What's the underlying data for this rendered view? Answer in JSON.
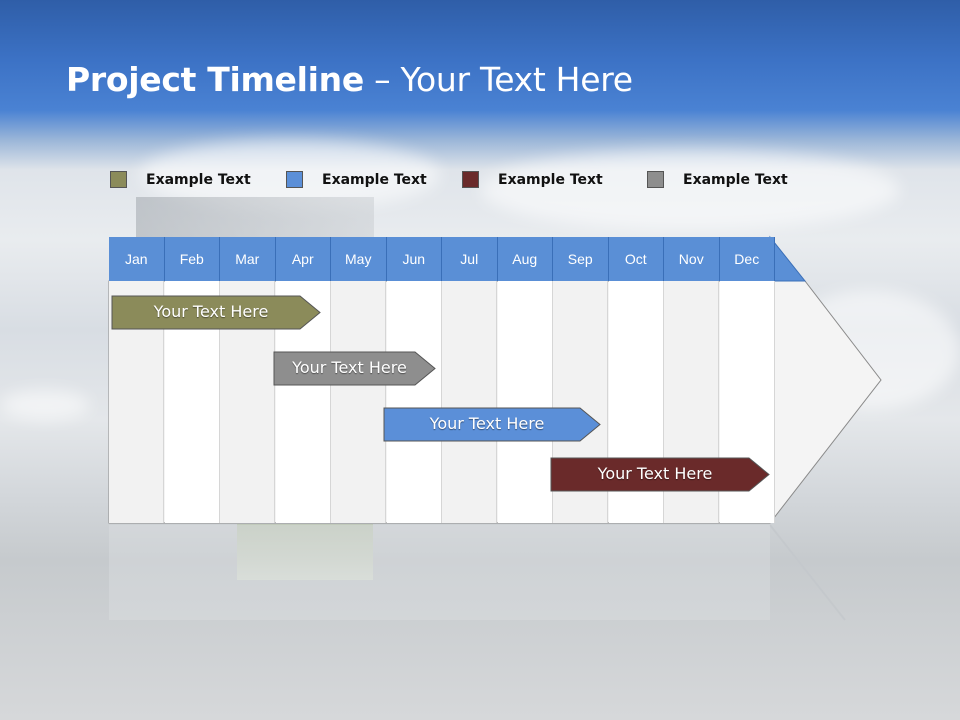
{
  "slide": {
    "title_bold": "Project Timeline",
    "title_rest": " – Your Text Here"
  },
  "legend": [
    {
      "label": "Example Text",
      "color": "#8b8b5a"
    },
    {
      "label": "Example Text",
      "color": "#5b8fd8"
    },
    {
      "label": "Example Text",
      "color": "#6a2a2a"
    },
    {
      "label": "Example Text",
      "color": "#8e8e8e"
    }
  ],
  "timeline": {
    "months": [
      "Jan",
      "Feb",
      "Mar",
      "Apr",
      "May",
      "Jun",
      "Jul",
      "Aug",
      "Sep",
      "Oct",
      "Nov",
      "Dec"
    ],
    "header_color": "#5a8fd6",
    "bars": [
      {
        "label": "Your  Text Here",
        "color": "#8b8b5a",
        "start_month": "Jan",
        "end_month": "Apr"
      },
      {
        "label": "Your  Text Here",
        "color": "#8e8e8e",
        "start_month": "Apr",
        "end_month": "Jun"
      },
      {
        "label": "Your  Text Here",
        "color": "#5b8fd8",
        "start_month": "Jun",
        "end_month": "Sep"
      },
      {
        "label": "Your  Text Here",
        "color": "#6a2a2a",
        "start_month": "Sep",
        "end_month": "Dec"
      }
    ]
  }
}
